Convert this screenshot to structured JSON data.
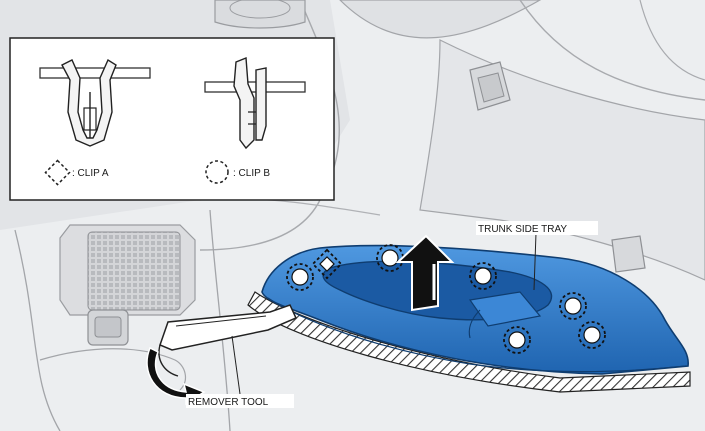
{
  "inset": {
    "clip_a_label": ": CLIP A",
    "clip_b_label": ": CLIP B"
  },
  "callouts": {
    "tray_label": "TRUNK SIDE TRAY",
    "tool_label": "REMOVER TOOL"
  },
  "colors": {
    "tray_blue": "#2f7fd0",
    "tray_blue_dark": "#1c5a9e",
    "panel_gray": "#e6e7e9",
    "line_gray": "#9a9ca0"
  },
  "icons": {
    "clip_a_marker": "dashed-diamond",
    "clip_b_marker": "dashed-circle",
    "direction_arrow": "up-arrow",
    "tool_motion": "curved-arrow"
  }
}
